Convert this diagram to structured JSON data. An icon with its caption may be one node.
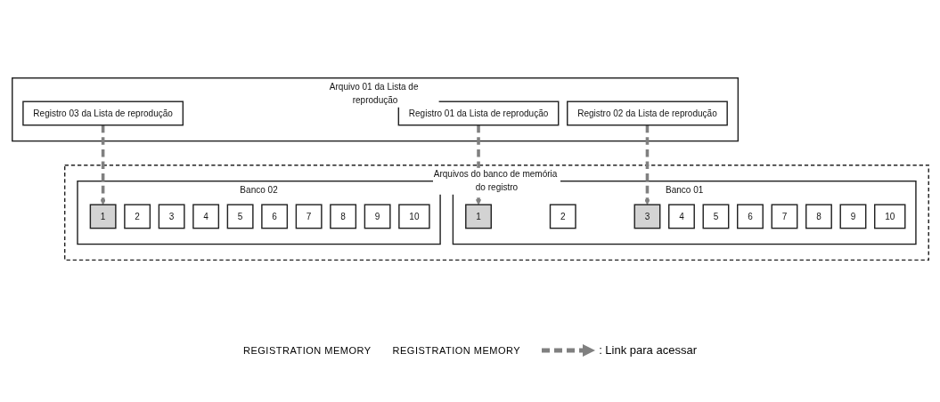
{
  "diagram": {
    "nodes": [
      {
        "text": [
          "Arquivo 01 da Lista de reprodução"
        ]
      },
      {
        "text": [
          "Registro 01 da Lista de reprodução"
        ],
        "in": 0
      },
      {
        "text": [
          "Registro 02 da Lista de reprodução"
        ],
        "in": 0
      },
      {
        "text": [
          "Registro 03 da Lista de reprodução"
        ],
        "in": 0
      },
      {
        "text": [
          "Arquivos do banco de memória do registro"
        ]
      },
      {
        "text": [
          "Banco 01"
        ],
        "in": 4
      },
      {
        "text": [
          "1"
        ],
        "in": 5
      },
      {
        "text": [
          "2"
        ],
        "in": 5
      },
      {
        "text": [
          "3"
        ],
        "in": 5
      },
      {
        "text": [
          "4"
        ],
        "in": 5
      },
      {
        "text": [
          "5"
        ],
        "in": 5
      },
      {
        "text": [
          "6"
        ],
        "in": 5
      },
      {
        "text": [
          "7"
        ],
        "in": 5
      },
      {
        "text": [
          "8"
        ],
        "in": 5
      },
      {
        "text": [
          "9"
        ],
        "in": 5
      },
      {
        "text": [
          "10"
        ],
        "in": 5
      },
      {
        "text": [
          "Banco 02"
        ],
        "in": 4
      },
      {
        "text": [
          "1"
        ],
        "in": 16
      },
      {
        "text": [
          "2"
        ],
        "in": 16
      },
      {
        "text": [
          "3"
        ],
        "in": 16
      },
      {
        "text": [
          "4"
        ],
        "in": 16
      },
      {
        "text": [
          "5"
        ],
        "in": 16
      },
      {
        "text": [
          "6"
        ],
        "in": 16
      },
      {
        "text": [
          "7"
        ],
        "in": 16
      },
      {
        "text": [
          "8"
        ],
        "in": 16
      },
      {
        "text": [
          "9"
        ],
        "in": 16
      },
      {
        "text": [
          "10"
        ],
        "in": 16
      }
    ],
    "edges": [
      {
        "from": 1,
        "to": 6,
        "arrow": "to",
        "style": "dashed",
        "color": "#808080"
      },
      {
        "from": 2,
        "to": 8,
        "arrow": "to",
        "style": "dashed",
        "color": "#808080"
      },
      {
        "from": 3,
        "to": 17,
        "arrow": "to",
        "style": "dashed",
        "color": "#808080"
      }
    ],
    "labels": [
      "REGISTRATION MEMORY",
      "REGISTRATION MEMORY"
    ],
    "legend": [
      {
        "text": ": Link para acessar"
      }
    ]
  }
}
